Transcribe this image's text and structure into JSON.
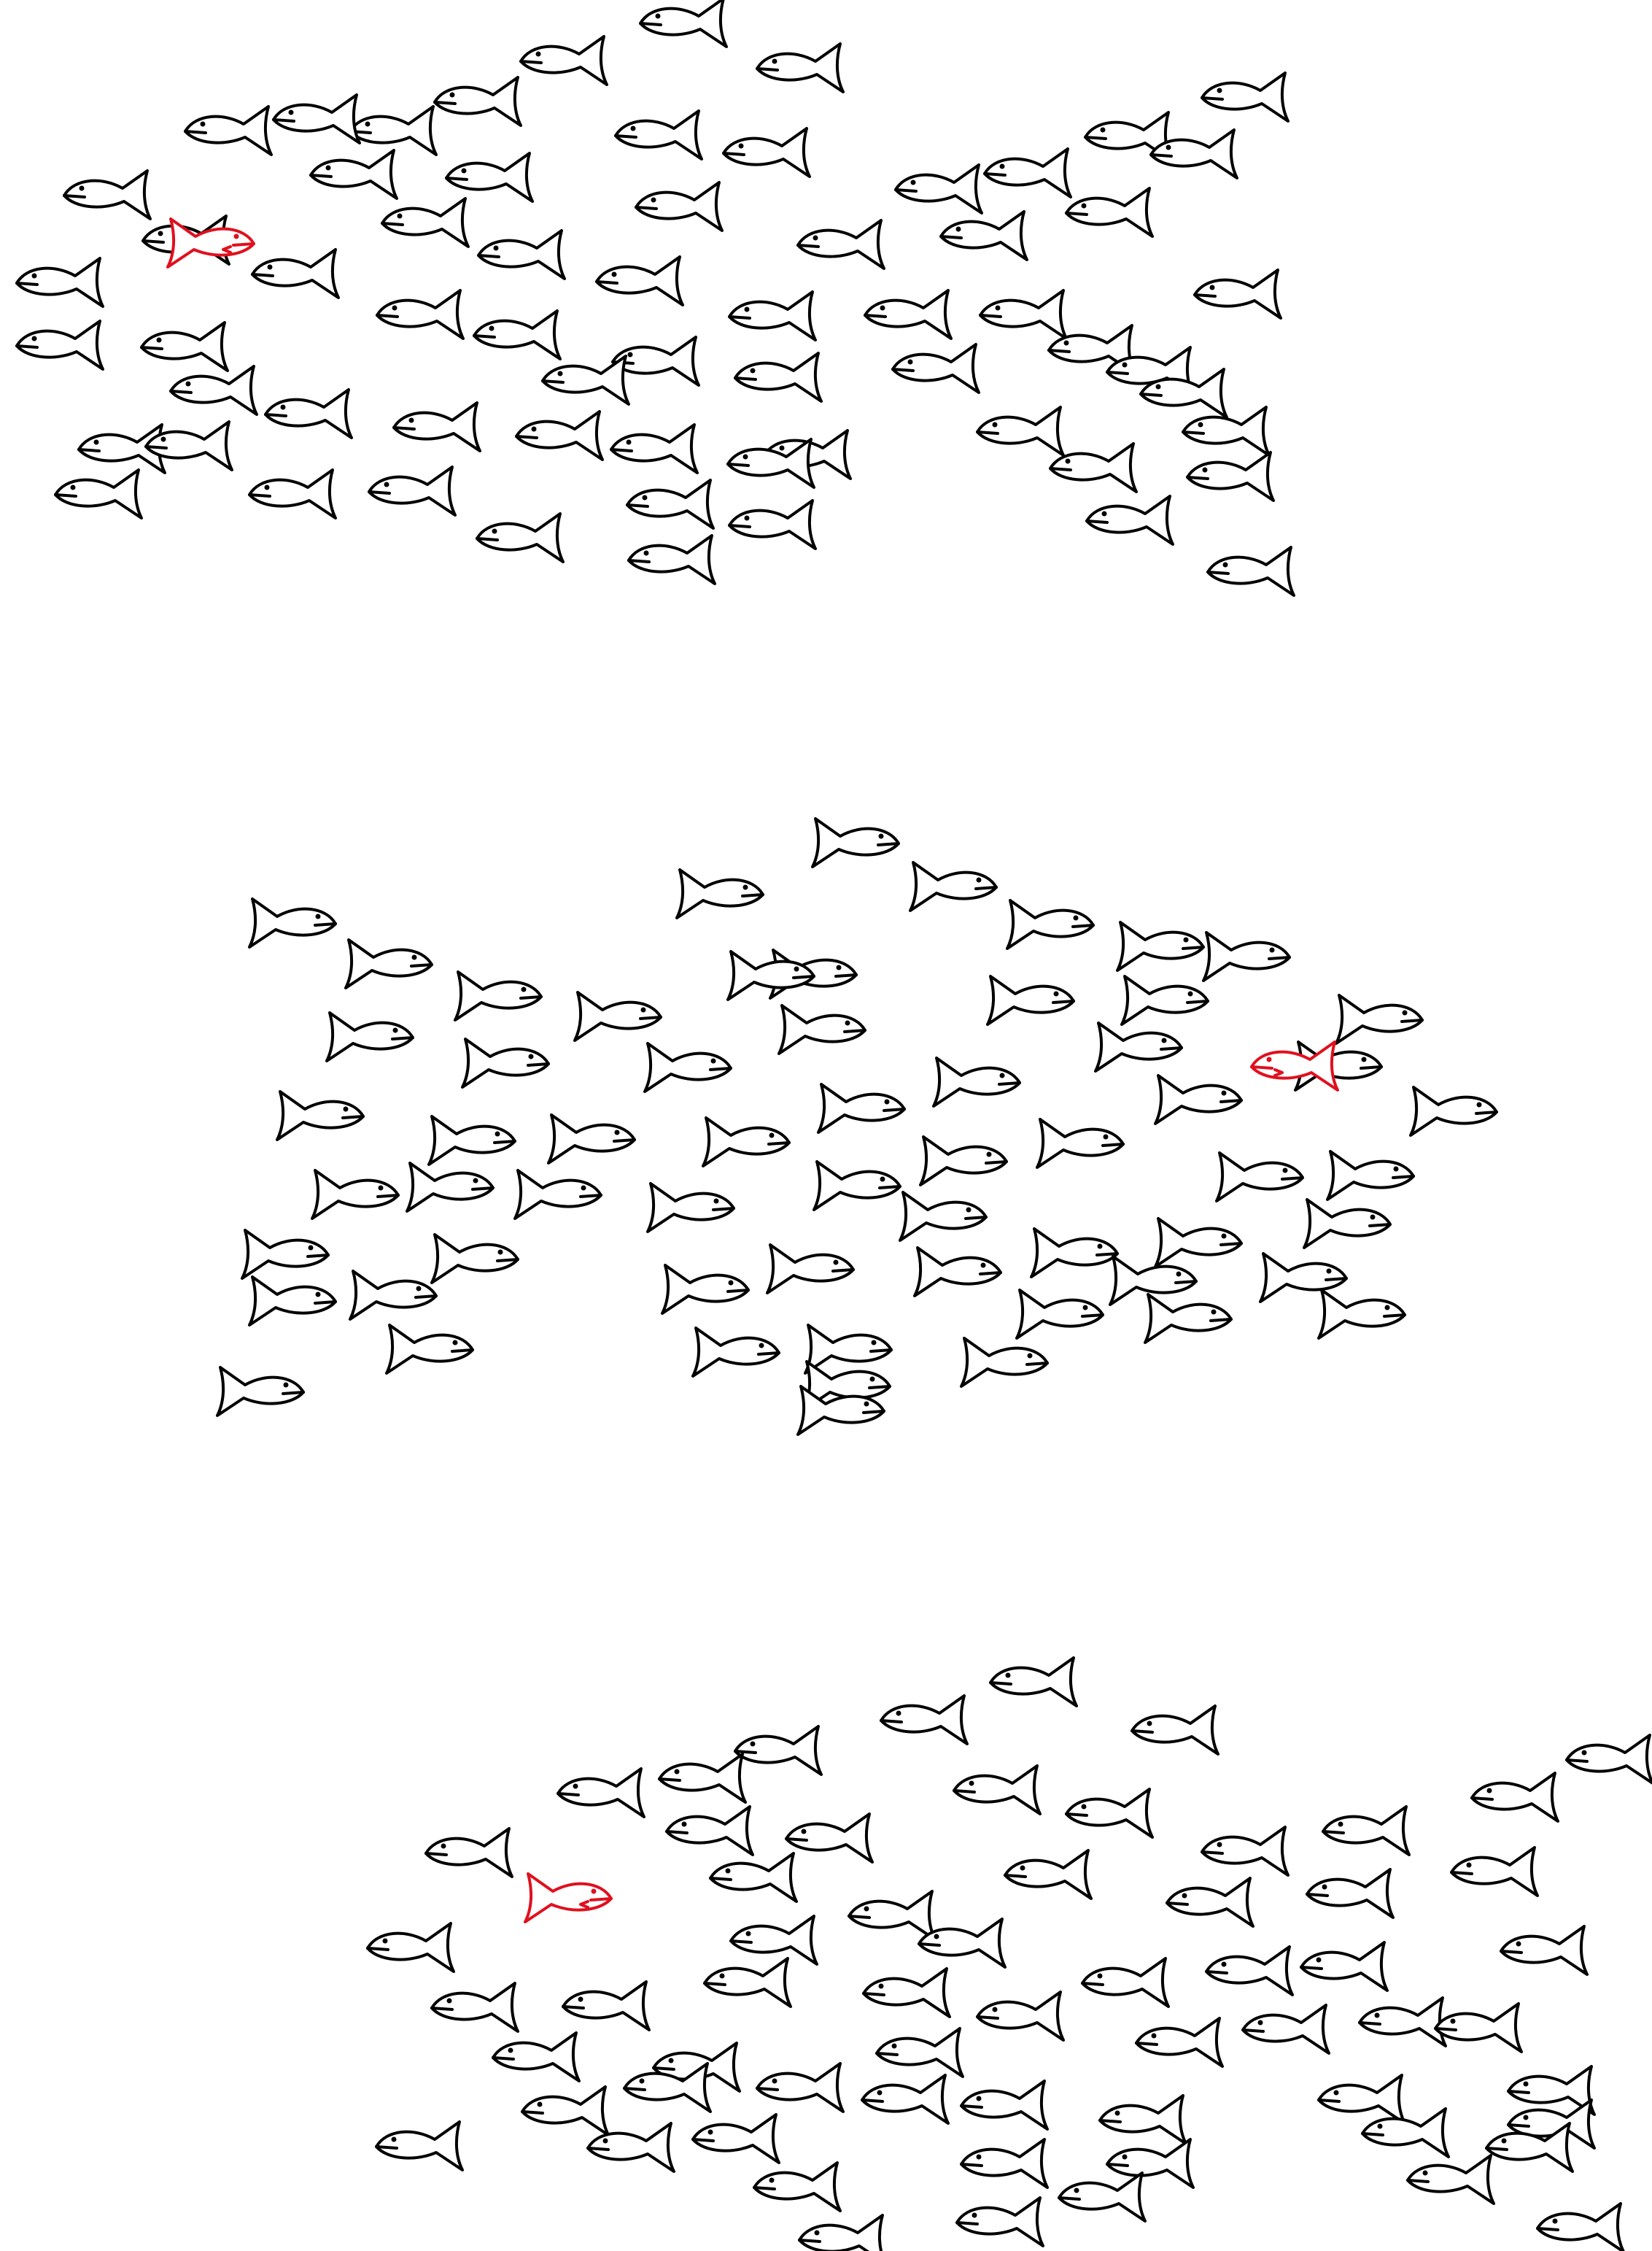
{
  "colors": {
    "background": "#ffffff",
    "fish": "#000000",
    "odd_fish": "#e0101e"
  },
  "schools": [
    {
      "name": "school-top",
      "direction": "left",
      "fish_count": 72,
      "odd_fish_direction": "right"
    },
    {
      "name": "school-middle",
      "direction": "right",
      "fish_count": 72,
      "odd_fish_direction": "left"
    },
    {
      "name": "school-bottom",
      "direction": "left",
      "fish_count": 72,
      "odd_fish_direction": "right"
    }
  ]
}
